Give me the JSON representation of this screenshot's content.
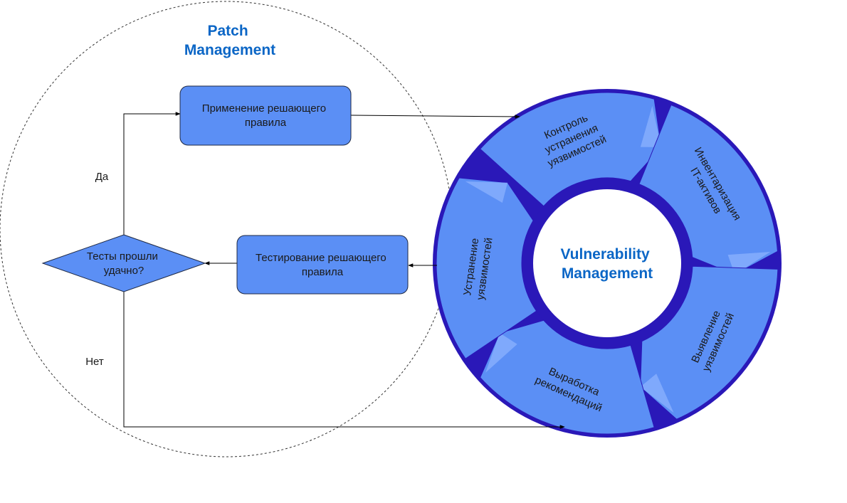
{
  "patch_management": {
    "title_line1": "Patch",
    "title_line2": "Management"
  },
  "nodes": {
    "apply": {
      "line1": "Применение решающего",
      "line2": "правила"
    },
    "test": {
      "line1": "Тестирование решающего",
      "line2": "правила"
    },
    "decision": {
      "line1": "Тесты прошли",
      "line2": "удачно?"
    }
  },
  "edges": {
    "yes": "Да",
    "no": "Нет"
  },
  "vulnerability_management": {
    "title_line1": "Vulnerability",
    "title_line2": "Management",
    "segments": [
      {
        "lines": [
          "Контроль",
          "устранения",
          "уязвимостей"
        ]
      },
      {
        "lines": [
          "Инвентаризация",
          "IT-активов"
        ]
      },
      {
        "lines": [
          "Выявление",
          "уязвимостей"
        ]
      },
      {
        "lines": [
          "Выработка",
          "рекомендаций"
        ]
      },
      {
        "lines": [
          "Устранение",
          "уязвимостей"
        ]
      }
    ]
  },
  "colors": {
    "box_fill": "#5b8ff5",
    "box_stroke": "#1f2a44",
    "ring_dark": "#2a18b8",
    "segment_fill": "#5b8ff5",
    "title_blue": "#0b66c6"
  }
}
